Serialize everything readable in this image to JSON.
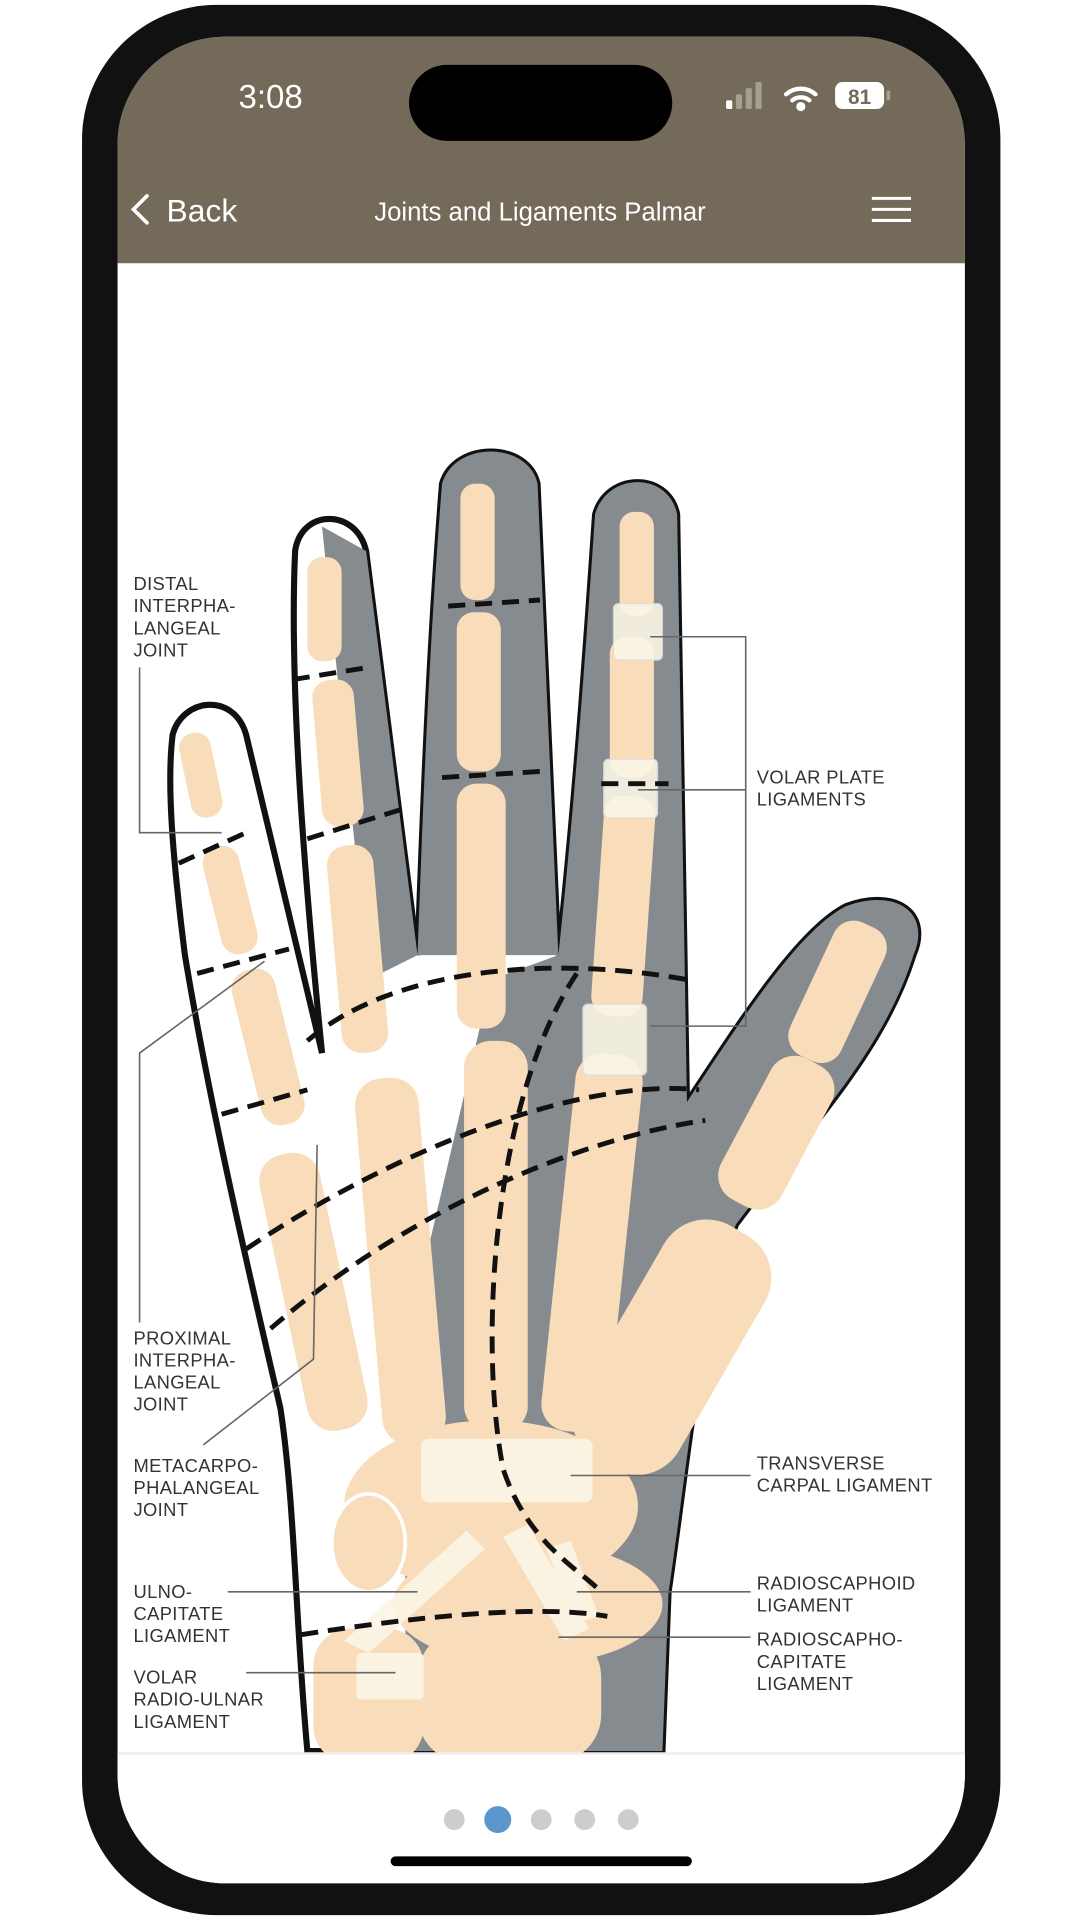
{
  "status_bar": {
    "time": "3:08",
    "battery": "81"
  },
  "nav": {
    "back_label": "Back",
    "title": "Joints and Ligaments Palmar",
    "menu_icon": "hamburger-icon"
  },
  "labels": {
    "dip": [
      "DISTAL",
      "INTERPHA-",
      "LANGEAL",
      "JOINT"
    ],
    "volar_plate": [
      "VOLAR PLATE",
      "LIGAMENTS"
    ],
    "pip": [
      "PROXIMAL",
      "INTERPHA-",
      "LANGEAL",
      "JOINT"
    ],
    "mcp": [
      "METACARPO-",
      "PHALANGEAL",
      "JOINT"
    ],
    "transverse": [
      "TRANSVERSE",
      "CARPAL LIGAMENT"
    ],
    "ulno": [
      "ULNO-",
      "CAPITATE",
      "LIGAMENT"
    ],
    "radioscaphoid": [
      "RADIOSCAPHOID",
      "LIGAMENT"
    ],
    "volar_ru": [
      "VOLAR",
      "RADIO-ULNAR",
      "LIGAMENT"
    ],
    "rsc": [
      "RADIOSCAPHO-",
      "CAPITATE",
      "LIGAMENT"
    ]
  },
  "pager": {
    "count": 5,
    "active_index": 1
  },
  "colors": {
    "header": "#736a59",
    "bone": "#f9dcb9",
    "skin_gray": "#868b8f",
    "active_dot": "#5b97cc",
    "dot": "#cdcdcd"
  }
}
